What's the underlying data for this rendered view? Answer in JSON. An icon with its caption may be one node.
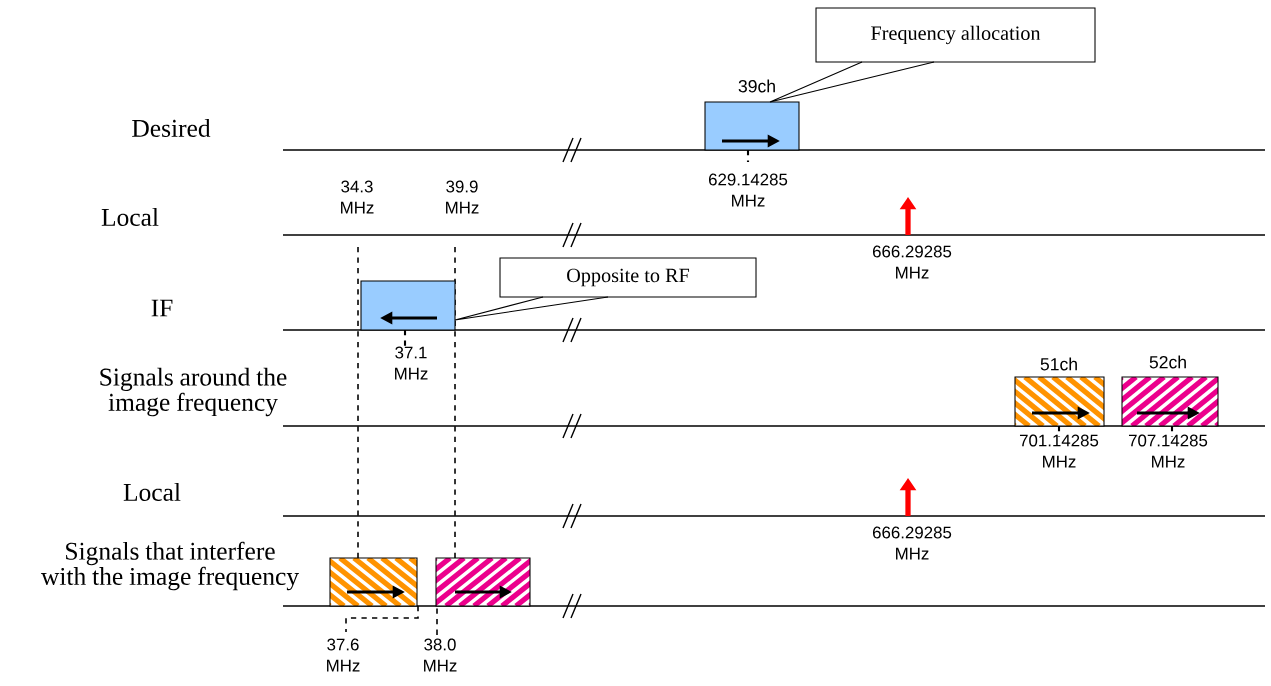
{
  "diagram": {
    "nodes": [
      {
        "text": [
          "Frequency allocation"
        ]
      },
      {
        "text": [],
        "shape": "box",
        "beside": [
          "39ch"
        ]
      },
      {
        "text": [
          "Opposite to RF"
        ]
      },
      {
        "text": [],
        "shape": "box"
      },
      {
        "text": [],
        "shape": "box",
        "beside": [
          "51ch"
        ]
      },
      {
        "text": [],
        "shape": "box",
        "beside": [
          "52ch"
        ]
      },
      {
        "text": [],
        "shape": "box"
      },
      {
        "text": [],
        "shape": "box"
      }
    ],
    "edges": [
      {
        "from": 0,
        "to": 1,
        "arrow": "none"
      },
      {
        "from": 2,
        "to": 3,
        "arrow": "none"
      }
    ],
    "labels": [
      "Desired",
      "34.3 MHz",
      "39.9 MHz",
      "629.14285 MHz",
      "Local",
      "666.29285 MHz",
      "IF",
      "37.1 MHz",
      "Signals around the image frequency",
      "701.14285 MHz",
      "707.14285 MHz",
      "Local",
      "666.29285 MHz",
      "Signals that interfere with the image frequency",
      "37.6 MHz",
      "38.0 MHz"
    ]
  }
}
